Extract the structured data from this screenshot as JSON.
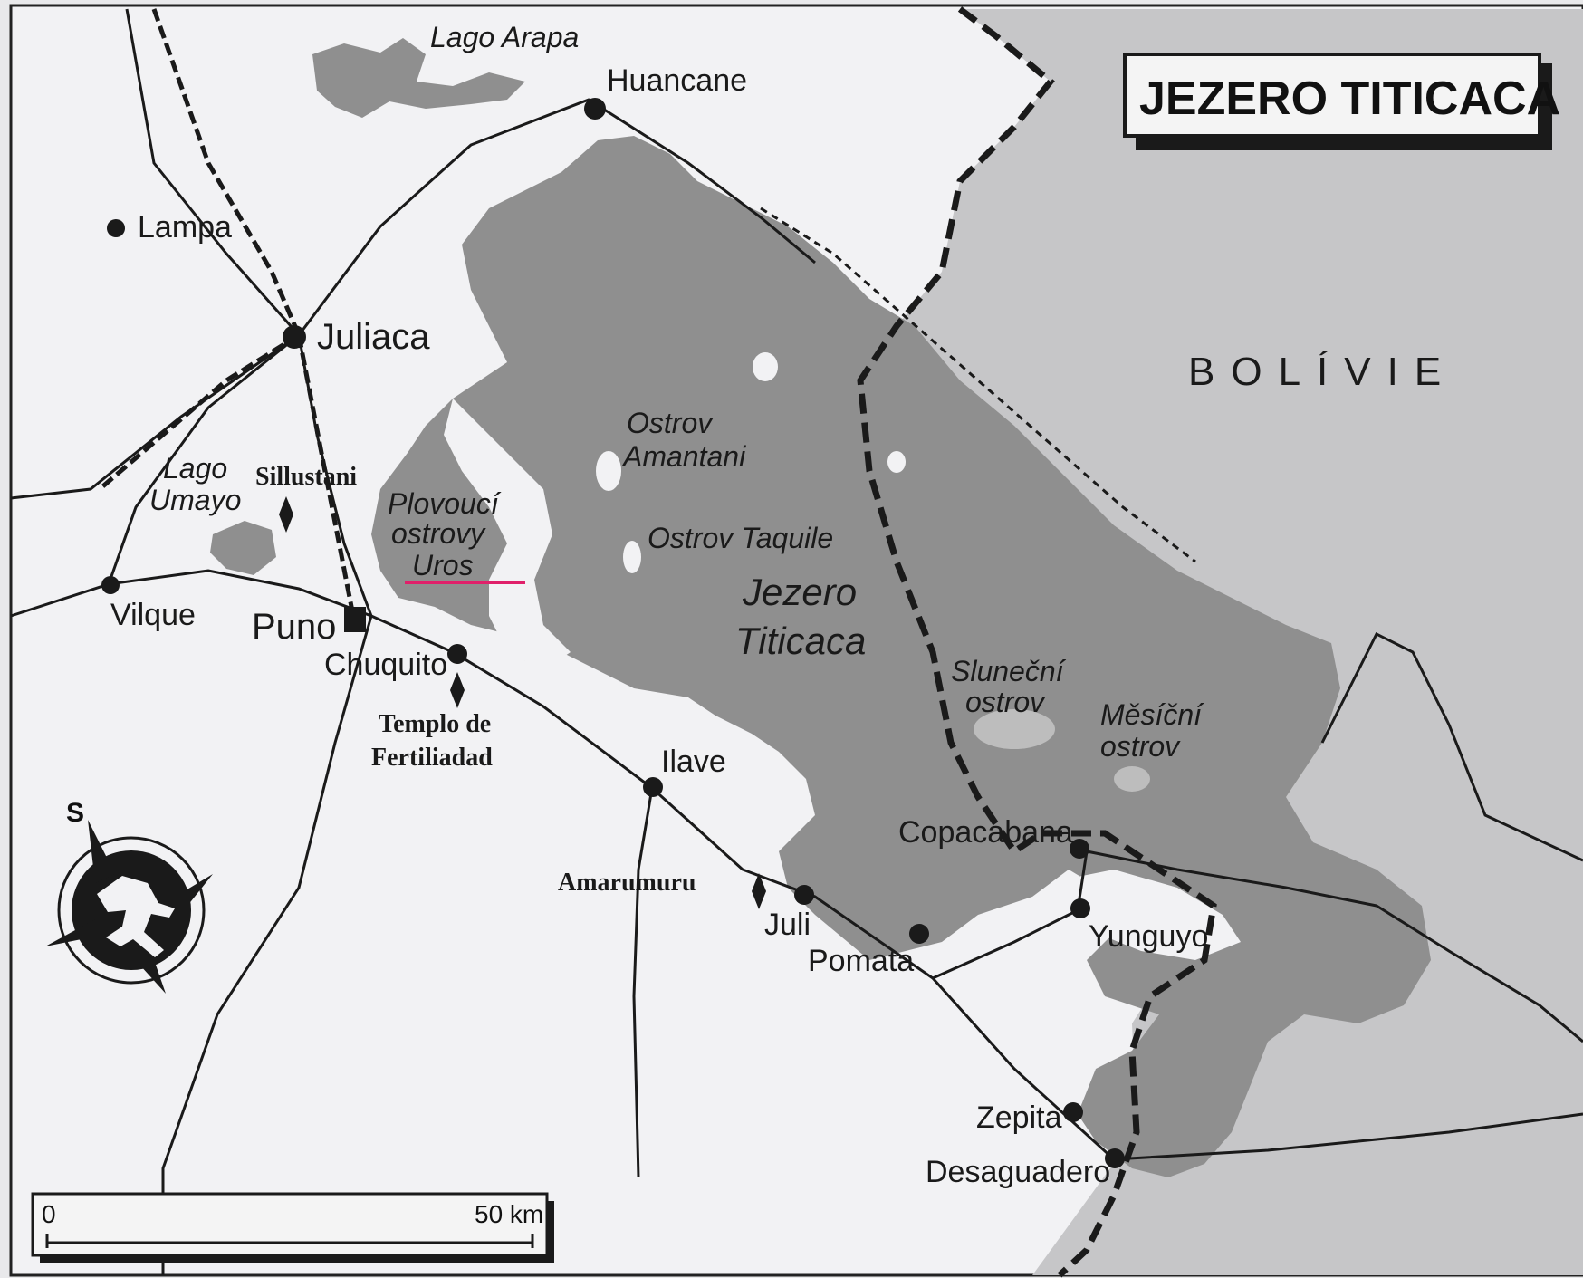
{
  "map": {
    "title": "JEZERO TITICACA",
    "country": "BOLÍVIE",
    "lake_name_line1": "Jezero",
    "lake_name_line2": "Titicaca",
    "towns": {
      "huancane": "Huancane",
      "lampa": "Lampa",
      "juliaca": "Juliaca",
      "vilque": "Vilque",
      "puno": "Puno",
      "chuquito": "Chuquito",
      "ilave": "Ilave",
      "juli": "Juli",
      "pomata": "Pomata",
      "copacabana": "Copacabana",
      "yunguyo": "Yunguyo",
      "zepita": "Zepita",
      "desaguadero": "Desaguadero"
    },
    "sites": {
      "sillustani": "Sillustani",
      "templo_line1": "Templo de",
      "templo_line2": "Fertiliadad",
      "amarumuru": "Amarumuru"
    },
    "water_features": {
      "lago_arapa": "Lago Arapa",
      "lago_umayo_line1": "Lago",
      "lago_umayo_line2": "Umayo",
      "amantani_line1": "Ostrov",
      "amantani_line2": "Amantani",
      "taquile": "Ostrov Taquile",
      "uros_line1": "Plovoucí",
      "uros_line2": "ostrovy",
      "uros_line3": "Uros",
      "slunecni_line1": "Sluneční",
      "slunecni_line2": "ostrov",
      "mesicni_line1": "Měsíční",
      "mesicni_line2": "ostrov"
    },
    "compass_letter": "S",
    "scale": {
      "start": "0",
      "end": "50 km"
    },
    "colors": {
      "land": "#f2f2f4",
      "lake": "#8f8f8f",
      "bolivia": "#c6c6c8",
      "ink": "#1a1a1a",
      "highlight": "#e0206a"
    }
  }
}
